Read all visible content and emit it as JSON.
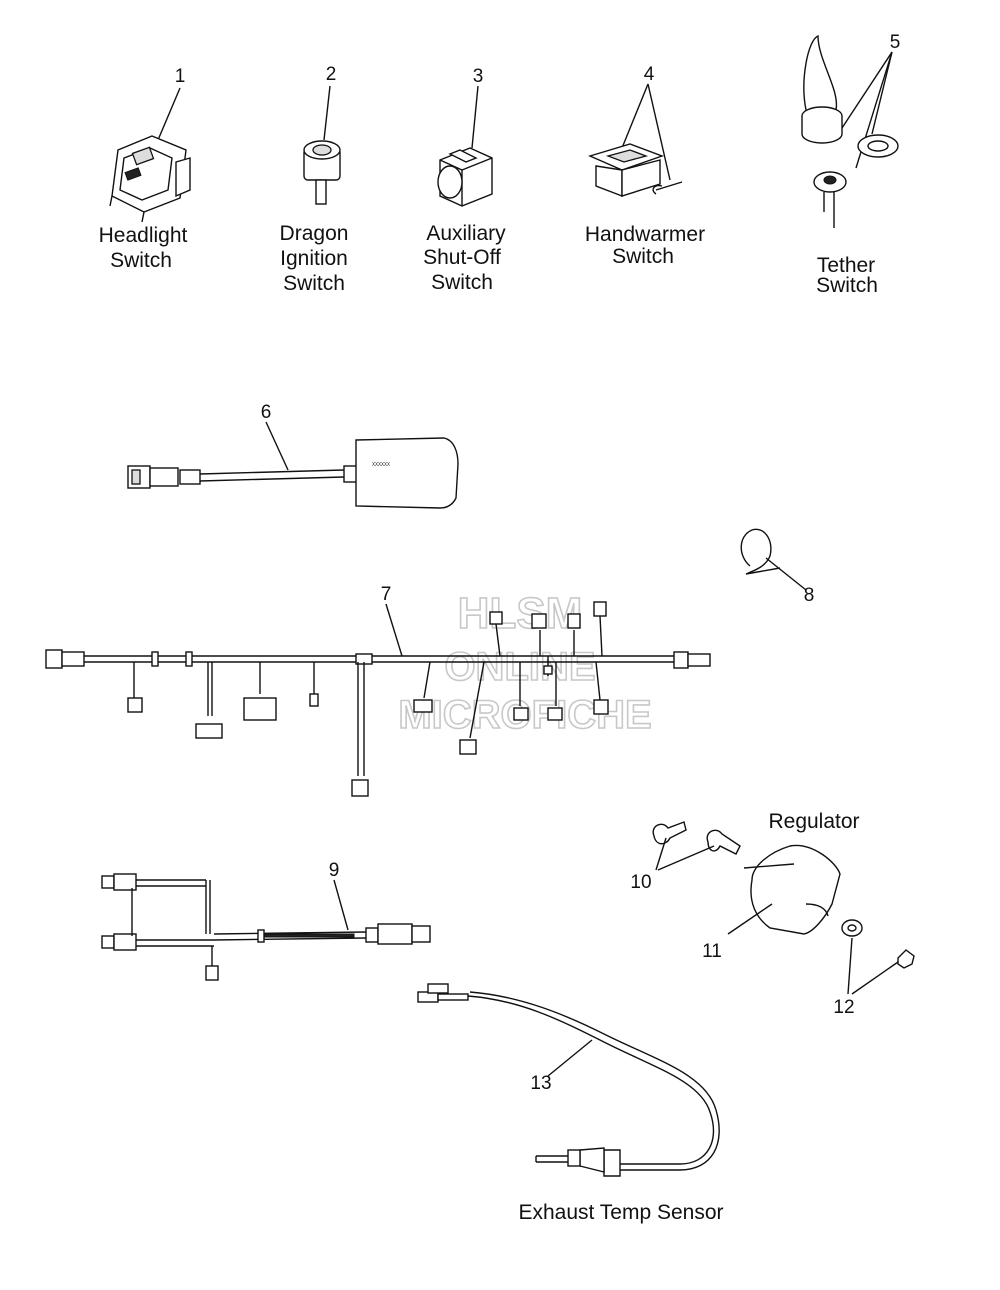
{
  "callouts": [
    "1",
    "2",
    "3",
    "4",
    "5",
    "6",
    "7",
    "8",
    "9",
    "10",
    "11",
    "12",
    "13"
  ],
  "labels": {
    "headlight": [
      "Headlight",
      "Switch"
    ],
    "dragon": [
      "Dragon",
      "Ignition",
      "Switch"
    ],
    "auxiliary": [
      "Auxiliary",
      "Shut-Off",
      "Switch"
    ],
    "handwarmer": [
      "Handwarmer",
      "Switch"
    ],
    "tether": [
      "Tether",
      "Switch"
    ],
    "regulator": "Regulator",
    "exhaust": "Exhaust Temp Sensor"
  },
  "watermark": [
    "HLSM",
    "ONLINE",
    "MICROFICHE"
  ]
}
